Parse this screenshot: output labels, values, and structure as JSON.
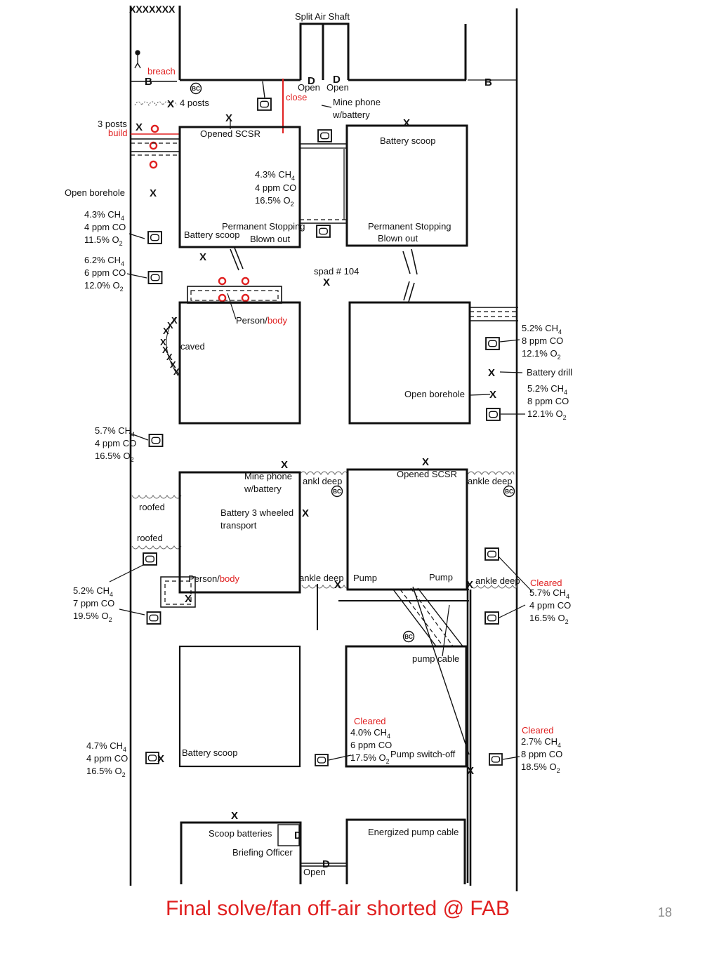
{
  "title": "Final solve/fan off-air shorted @ FAB",
  "slide_number": "18",
  "colors": {
    "ink": "#111111",
    "red": "#e02020",
    "slide_number": "#888888"
  },
  "icons": {
    "refuge_box": "square-rounded-icon",
    "barricade": "bc-circle-icon",
    "post": "red-circle-icon",
    "stopping": "x-mark",
    "person": "stick-figure-icon"
  },
  "labels": {
    "split_air_shaft": "Split Air Shaft",
    "breach": "breach",
    "b": "B",
    "d": "D",
    "open": "Open",
    "close": "close",
    "bc": "BC",
    "x": "X",
    "xxxxxxx": "XXXXXXX",
    "four_posts": "4 posts",
    "three_posts": "3 posts",
    "build": "build",
    "mine_phone": "Mine phone",
    "w_battery": "w/battery",
    "opened_scsr": "Opened SCSR",
    "battery_scoop": "Battery scoop",
    "open_borehole": "Open borehole",
    "permanent_stopping": "Permanent Stopping",
    "blown_out": "Blown out",
    "spad": "spad # 104",
    "person": "Person/",
    "body": "body",
    "caved": "caved",
    "battery_drill": "Battery drill",
    "roofed": "roofed",
    "ankl_deep": "ankl deep",
    "ankle_deep": "ankle deep",
    "ankle_deep_short": "ankle deep",
    "battery_3_wheeled": "Battery 3 wheeled",
    "transport": "transport",
    "pump": "Pump",
    "cleared": "Cleared",
    "pump_cable": "pump cable",
    "pump_switch_off": "Pump switch-off",
    "scoop_batteries": "Scoop batteries",
    "briefing_officer": "Briefing Officer",
    "energized_pump_cable": "Energized pump cable"
  },
  "readings": {
    "r1": {
      "ch4": "4.3% CH",
      "co": "4 ppm CO",
      "o2": "16.5% O"
    },
    "r2": {
      "ch4": "4.3% CH",
      "co": "4 ppm CO",
      "o2": "11.5% O"
    },
    "r3": {
      "ch4": "6.2% CH",
      "co": "6 ppm CO",
      "o2": "12.0% O"
    },
    "r4": {
      "ch4": "5.2% CH",
      "co": "8 ppm CO",
      "o2": "12.1% O"
    },
    "r5": {
      "ch4": "5.2% CH",
      "co": "8 ppm CO",
      "o2": "12.1% O"
    },
    "r6": {
      "ch4": "5.7% CH",
      "co": "4 ppm CO",
      "o2": "16.5% O"
    },
    "r7": {
      "ch4": "5.2% CH",
      "co": "7 ppm CO",
      "o2": "19.5% O"
    },
    "r8": {
      "ch4": "5.7% CH",
      "co": "4 ppm CO",
      "o2": "16.5% O"
    },
    "r9": {
      "ch4": "4.0% CH",
      "co": "6 ppm CO",
      "o2": "17.5% O"
    },
    "r10": {
      "ch4": "2.7% CH",
      "co": "8 ppm CO",
      "o2": "18.5% O"
    },
    "r11": {
      "ch4": "4.7% CH",
      "co": "4 ppm CO",
      "o2": "16.5% O"
    }
  },
  "sub": {
    "four": "4",
    "two": "2"
  }
}
